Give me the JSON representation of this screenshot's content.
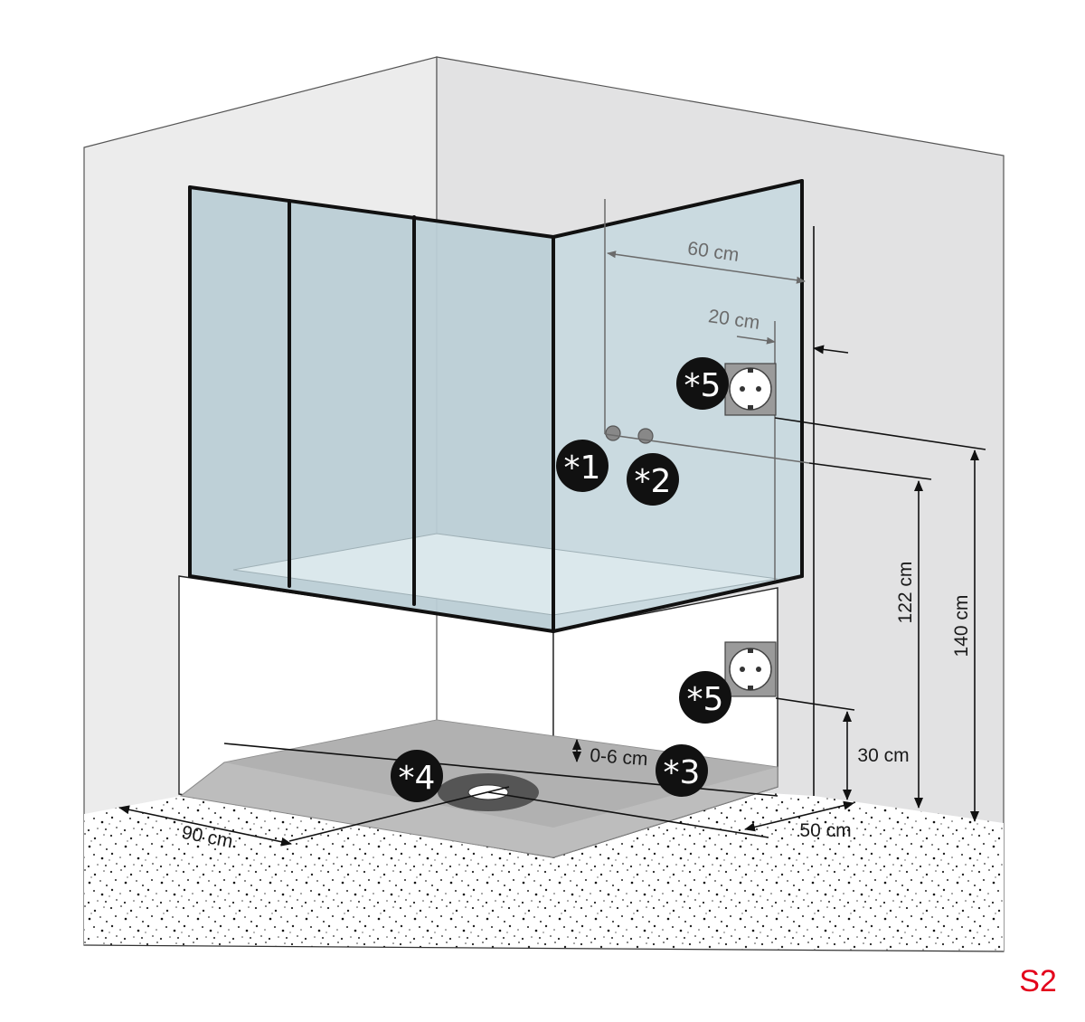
{
  "dimensions": {
    "width_60": "60 cm",
    "width_20": "20 cm",
    "height_122": "122 cm",
    "height_140": "140 cm",
    "height_30": "30 cm",
    "drain_height": "0-6 cm",
    "depth_90": "90 cm",
    "depth_50": "50 cm"
  },
  "markers": {
    "m1": "*1",
    "m2": "*2",
    "m3": "*3",
    "m4": "*4",
    "m5_upper": "*5",
    "m5_lower": "*5"
  },
  "diagram_code": "S2",
  "colors": {
    "wall_left": "#ececec",
    "wall_right": "#e2e2e3",
    "glass": "#bccfd6",
    "badge": "#111111",
    "code": "#e3001b"
  }
}
